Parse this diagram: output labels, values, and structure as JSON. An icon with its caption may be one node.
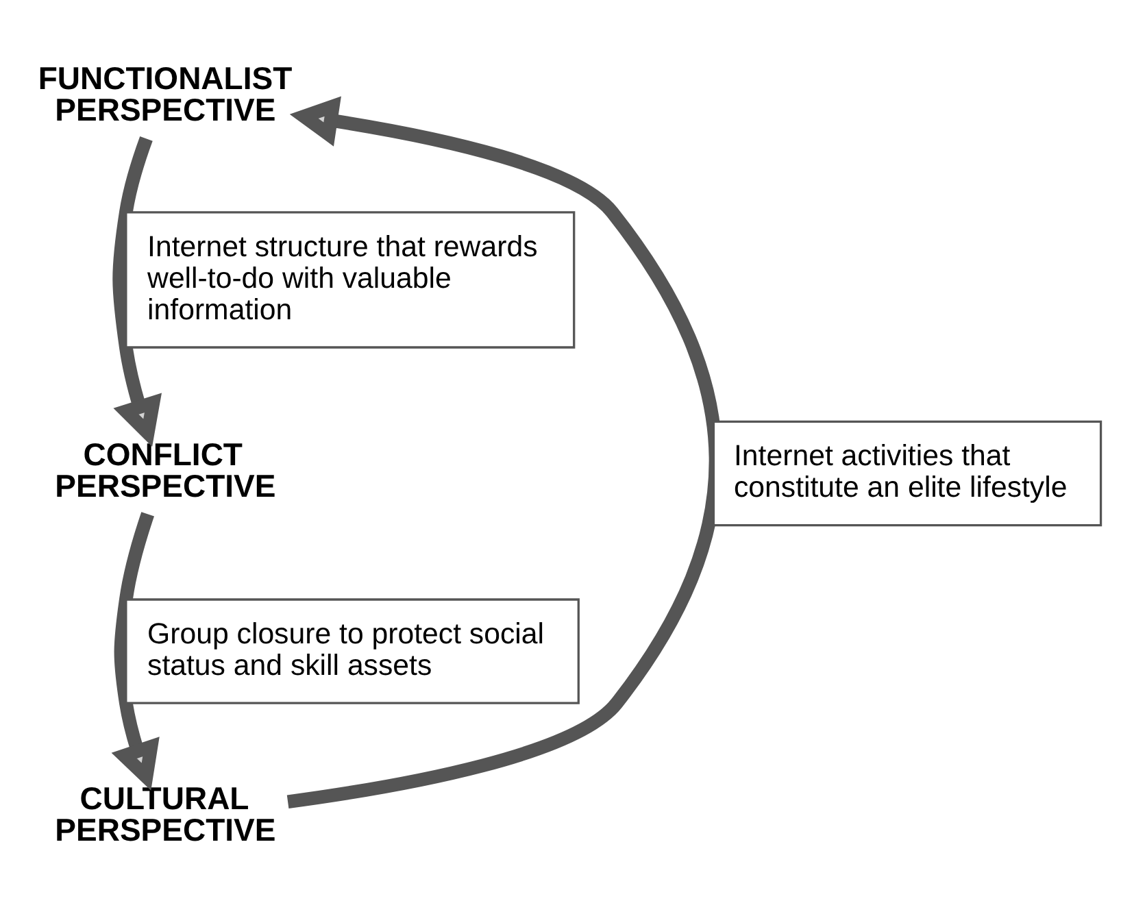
{
  "diagram": {
    "nodes": [
      {
        "text": [
          "FUNCTIONALIST PERSPECTIVE"
        ]
      },
      {
        "text": [
          "CONFLICT PERSPECTIVE"
        ]
      },
      {
        "text": [
          "CULTURAL PERSPECTIVE"
        ]
      }
    ],
    "edges": [
      {
        "from": 0,
        "to": 1,
        "arrow": "to",
        "label": "Internet structure that rewards well-to-do with valuable information"
      },
      {
        "from": 1,
        "to": 2,
        "arrow": "to",
        "label": "Group closure to protect social status and skill assets"
      },
      {
        "from": 2,
        "to": 0,
        "arrow": "to",
        "label": "Internet activities that constitute an elite lifestyle"
      }
    ]
  }
}
